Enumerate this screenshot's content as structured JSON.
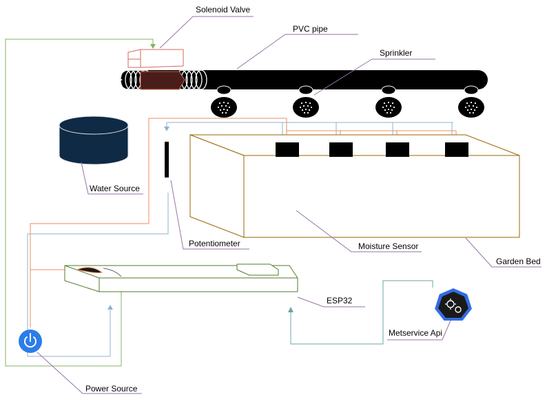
{
  "labels": {
    "solenoid_valve": "Solenoid Valve",
    "pvc_pipe": "PVC pipe",
    "sprinkler": "Sprinkler",
    "water_source": "Water Source",
    "potentiometer": "Potentiometer",
    "moisture_sensor": "Moisture Sensor",
    "garden_bed": "Garden Bed",
    "esp32": "ESP32",
    "metservice_api": "Metservice Api",
    "power_source": "Power Source"
  },
  "colors": {
    "callout_line": "#9673a6",
    "green_wire": "#82b366",
    "orange_wire": "#f08a5d",
    "blue_wire": "#8fb3cc",
    "teal_wire": "#6aa5a5",
    "pipe": "#000000",
    "water_tank": "#0f2a44",
    "garden_bed": "#996600",
    "esp32_board": "#4f7a28",
    "solenoid": "#d36a5a",
    "power_button": "#2b7de9",
    "api_badge": "#326ce5"
  },
  "icons": {
    "power": "power-icon",
    "api": "kubernetes-style-api-icon",
    "pipe_inlet": "arrow-right-icon"
  }
}
